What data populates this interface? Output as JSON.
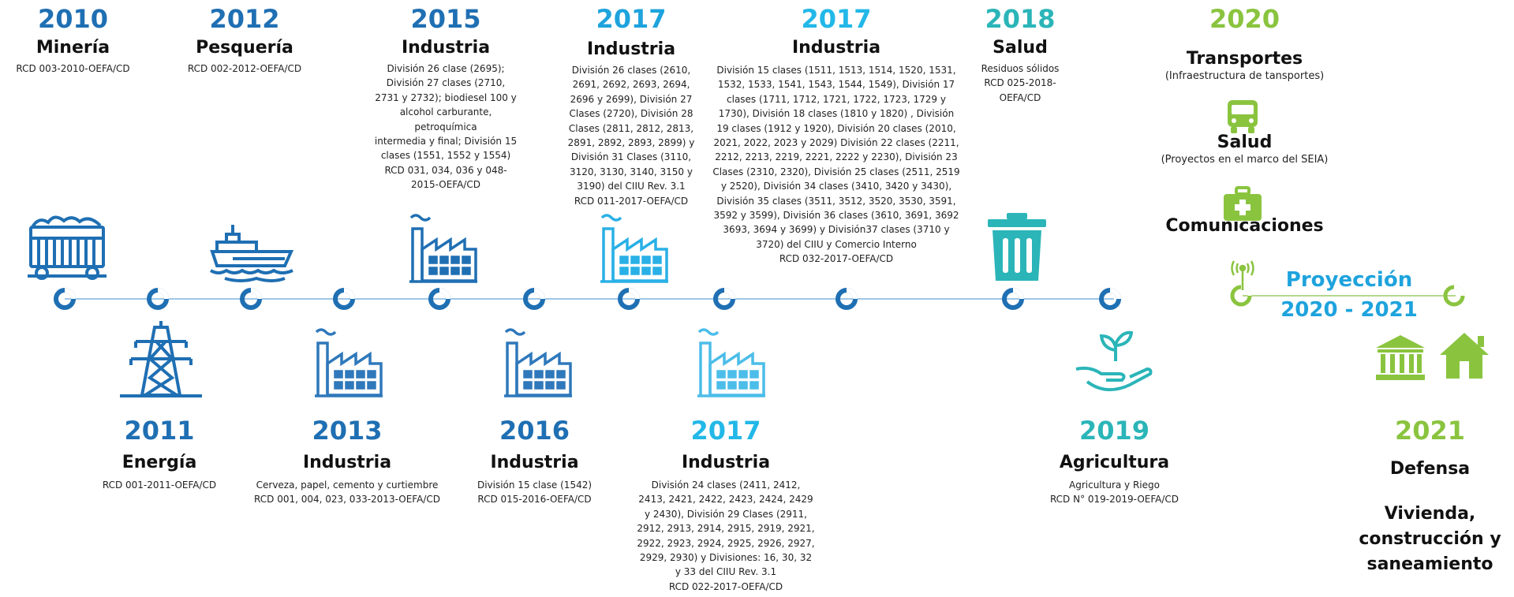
{
  "events": [
    {
      "id": "e2010",
      "year": "2010",
      "sector": "Minería",
      "desc": [
        "RCD 003-2010-OEFA/CD"
      ]
    },
    {
      "id": "e2011",
      "year": "2011",
      "sector": "Energía",
      "desc": [
        "RCD 001-2011-OEFA/CD"
      ]
    },
    {
      "id": "e2012",
      "year": "2012",
      "sector": "Pesquería",
      "desc": [
        "RCD 002-2012-OEFA/CD"
      ]
    },
    {
      "id": "e2013",
      "year": "2013",
      "sector": "Industria",
      "desc": [
        "Cerveza, papel, cemento y curtiembre",
        "RCD 001, 004, 023, 033-2013-OEFA/CD"
      ]
    },
    {
      "id": "e2015",
      "year": "2015",
      "sector": "Industria",
      "desc": [
        "División 26 clase (2695);",
        "División 27 clases (2710,",
        "2731 y 2732); biodiesel 100 y",
        "alcohol carburante,",
        "petroquímica",
        "intermedia y final; División 15",
        "clases (1551, 1552 y 1554)",
        "RCD 031, 034, 036 y 048-",
        "2015-OEFA/CD"
      ]
    },
    {
      "id": "e2016",
      "year": "2016",
      "sector": "Industria",
      "desc": [
        "División 15 clase (1542)",
        "RCD 015-2016-OEFA/CD"
      ]
    },
    {
      "id": "e2017a",
      "year": "2017",
      "sector": "Industria",
      "desc": [
        "División 26 clases (2610,",
        "2691, 2692, 2693, 2694,",
        "2696 y 2699), División 27",
        "Clases (2720), División 28",
        "Clases (2811, 2812, 2813,",
        "2891, 2892, 2893, 2899) y",
        "División 31 Clases (3110,",
        "3120, 3130, 3140, 3150 y",
        "3190) del CIIU Rev. 3.1",
        "RCD 011-2017-OEFA/CD"
      ]
    },
    {
      "id": "e2017b",
      "year": "2017",
      "sector": "Industria",
      "desc": [
        "División 24 clases (2411, 2412,",
        "2413, 2421, 2422, 2423, 2424, 2429",
        "y 2430), División 29 Clases (2911,",
        "2912, 2913, 2914, 2915, 2919, 2921,",
        "2922, 2923, 2924, 2925, 2926, 2927,",
        "2929, 2930) y Divisiones: 16, 30, 32",
        "y 33 del CIIU Rev. 3.1",
        "RCD 022-2017-OEFA/CD"
      ]
    },
    {
      "id": "e2017c",
      "year": "2017",
      "sector": "Industria",
      "desc": [
        "División 15 clases (1511, 1513, 1514, 1520, 1531,",
        "1532, 1533, 1541, 1543, 1544, 1549), División 17",
        "clases (1711, 1712, 1721, 1722, 1723, 1729 y",
        "1730), División 18 clases (1810 y 1820) , División",
        "19 clases (1912 y 1920), División 20 clases (2010,",
        "2021, 2022, 2023 y 2029) División 22 clases (2211,",
        "2212, 2213, 2219, 2221, 2222 y 2230),  División 23",
        "Clases (2310, 2320), División 25 clases (2511, 2519",
        "y 2520), División 34 clases (3410, 3420 y 3430),",
        "División 35 clases (3511, 3512, 3520, 3530, 3591,",
        "3592 y 3599), División 36 clases (3610, 3691, 3692",
        "3693, 3694 y 3699) y División37 clases (3710 y",
        "3720) del CIIU y Comercio Interno",
        "RCD 032-2017-OEFA/CD"
      ]
    },
    {
      "id": "e2018",
      "year": "2018",
      "sector": "Salud",
      "desc": [
        "Residuos sólidos",
        "RCD 025-2018-",
        "OEFA/CD"
      ]
    },
    {
      "id": "e2019",
      "year": "2019",
      "sector": "Agricultura",
      "desc": [
        "Agricultura y Riego",
        "RCD N° 019-2019-OEFA/CD"
      ]
    }
  ],
  "y2020": {
    "year": "2020",
    "items": [
      {
        "title": "Transportes",
        "sub": "(Infraestructura de tansportes)"
      },
      {
        "title": "Salud",
        "sub": "(Proyectos en el marco del SEIA)"
      },
      {
        "title": "Comunicaciones",
        "sub": ""
      }
    ]
  },
  "projection": {
    "line1": "Proyección",
    "line2": "2020 - 2021"
  },
  "y2021": {
    "year": "2021",
    "items": [
      "Defensa",
      "Vivienda,",
      "construcción y",
      "saneamiento"
    ]
  },
  "colors": {
    "dark": "#1f6fb3",
    "mid": "#1ea3dd",
    "light": "#22b8e8",
    "teal": "#2bb5b8",
    "green": "#8ac43f",
    "line": "#9ec7e6"
  }
}
